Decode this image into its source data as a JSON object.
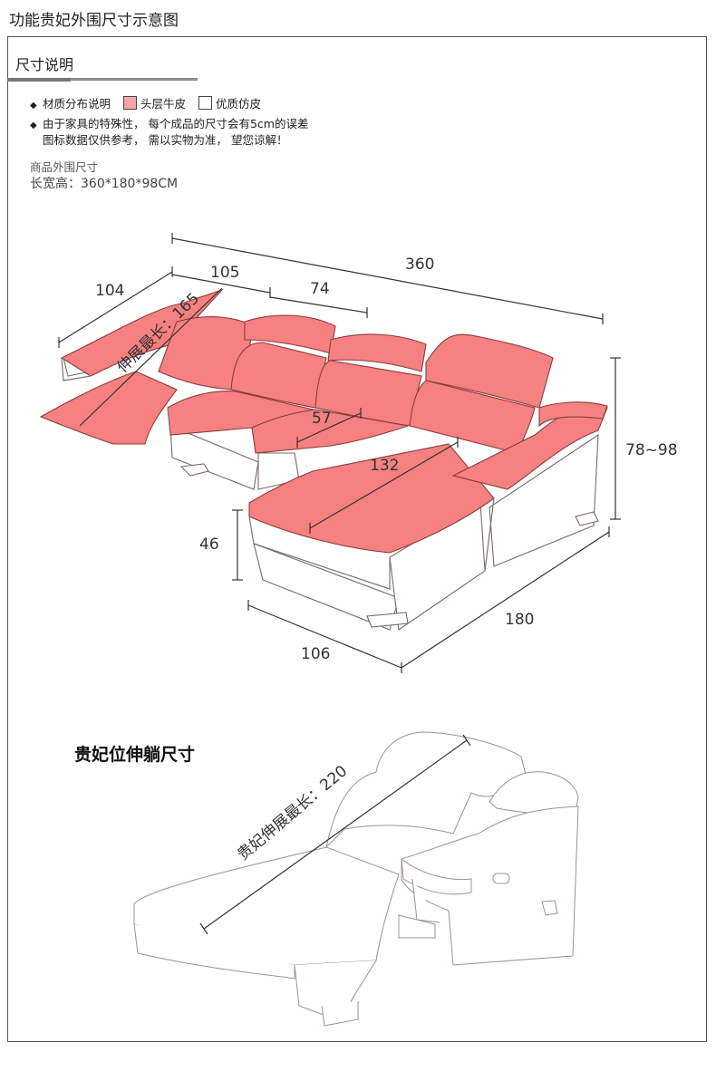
{
  "page_title": "功能贵妃外围尺寸示意图",
  "section_title": "尺寸说明",
  "material_note": {
    "label": "材质分布说明",
    "red_material": "头层牛皮",
    "white_material": "优质仿皮"
  },
  "tolerance_note": {
    "line1": "由于家具的特殊性，  每个成品的尺寸会有5cm的误差",
    "line2": "图标数据仅供参考，  需以实物为准，  望您谅解！"
  },
  "product_info": {
    "label": "商品外围尺寸",
    "size": "长宽高：360*180*98CM"
  },
  "dimensions": {
    "total_length": "360",
    "left_arm": "104",
    "recliner_seat": "105",
    "middle_seat": "74",
    "recliner_extended": "伸展最长：165",
    "seat_depth": "57",
    "chaise_length": "132",
    "height": "78~98",
    "seat_height": "46",
    "chaise_width": "106",
    "depth": "180"
  },
  "lounge_section": {
    "heading": "贵妃位伸躺尺寸",
    "extended_length": "贵妃伸展最长：220"
  },
  "colors": {
    "leather_red": "#f78080",
    "frame_border": "#555555"
  }
}
